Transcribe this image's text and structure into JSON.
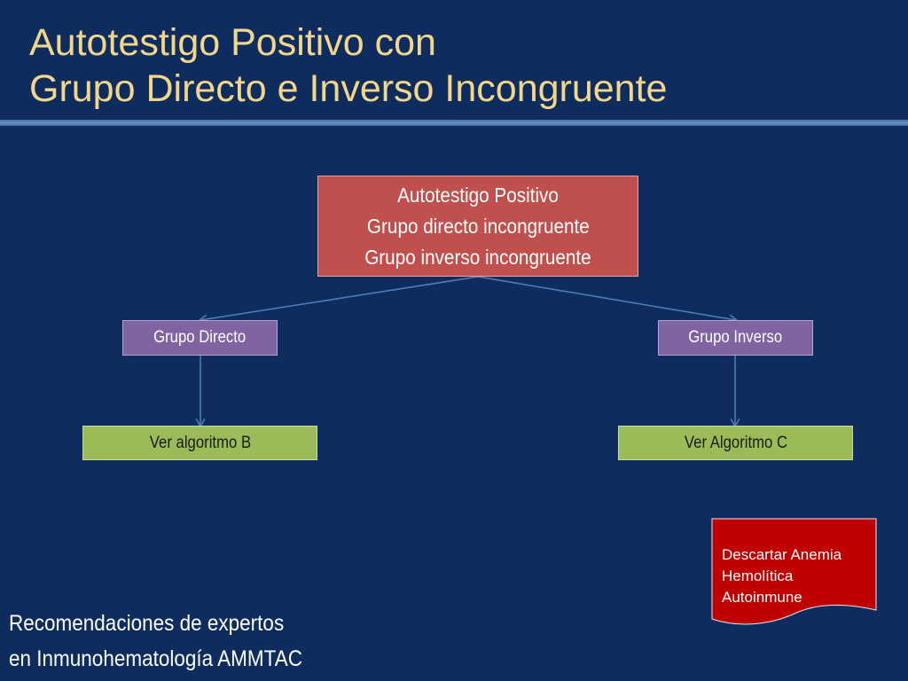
{
  "title": {
    "line1": "Autotestigo Positivo con",
    "line2": "Grupo Directo e Inverso Incongruente"
  },
  "diagram": {
    "root": {
      "line1": "Autotestigo Positivo",
      "line2": "Grupo directo incongruente",
      "line3": "Grupo inverso incongruente"
    },
    "left_branch": "Grupo Directo",
    "right_branch": "Grupo Inverso",
    "left_result": "Ver algoritmo B",
    "right_result": "Ver Algoritmo C"
  },
  "note": {
    "line1": "Descartar Anemia",
    "line2": "Hemolítica",
    "line3": "Autoinmune"
  },
  "footer": {
    "line1": "Recomendaciones de expertos",
    "line2": "en Inmunohematología AMMTAC"
  },
  "colors": {
    "background": "#0e2d5e",
    "title": "#f2d68a",
    "root_box": "#c0504d",
    "branch_box": "#8064a2",
    "result_box": "#9bbb59",
    "note_box": "#c00000",
    "connector": "#4f81bd"
  }
}
